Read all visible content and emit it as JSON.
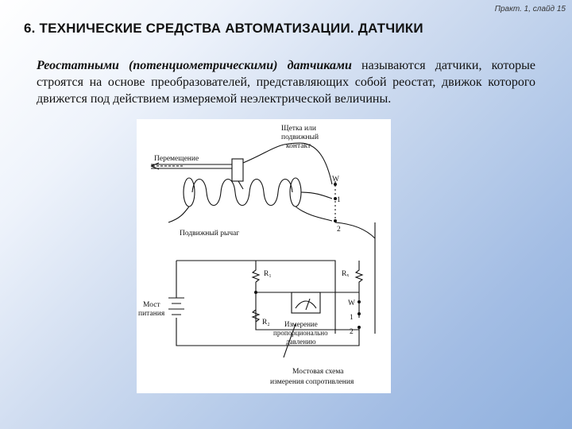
{
  "slide_ref": "Практ. 1, слайд 15",
  "title": "6. ТЕХНИЧЕСКИЕ СРЕДСТВА АВТОМАТИЗАЦИИ. ДАТЧИКИ",
  "paragraph": {
    "lead": "Реостатными (потенциометрическими) датчиками",
    "rest": " называются датчики, которые строятся на основе преобразователей, представляющих собой реостат, движок которого движется под действием измеряемой неэлектрической величины."
  },
  "figure": {
    "label_brush_1": "Щетка или",
    "label_brush_2": "подвижный",
    "label_brush_3": "контакт",
    "label_move": "Перемещение",
    "label_lever": "Подвижный рычаг",
    "label_W_top": "W",
    "label_1_top": "1",
    "label_2_top": "2",
    "label_R1": "R₁",
    "label_Rx": "Rₓ",
    "label_R2": "R₂",
    "label_W_bot": "W",
    "label_1_bot": "1",
    "label_2_bot": "2",
    "label_bridge_1": "Мост",
    "label_bridge_2": "питания",
    "label_meas_1": "Измерение",
    "label_meas_2": "пропорционально",
    "label_meas_3": "давлению",
    "label_scheme_1": "Мостовая схема",
    "label_scheme_2": "измерения сопротивления"
  }
}
